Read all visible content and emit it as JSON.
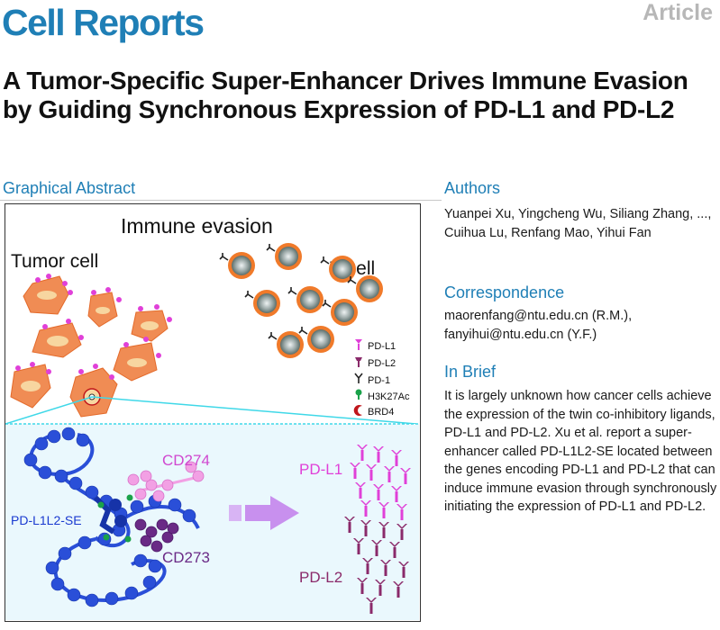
{
  "header": {
    "journal": "Cell Reports",
    "article_type": "Article",
    "title": "A Tumor-Specific Super-Enhancer Drives Immune Evasion by Guiding Synchronous Expression of PD-L1 and PD-L2"
  },
  "graphical_abstract": {
    "heading": "Graphical Abstract",
    "top_title": "Immune  evasion",
    "tumor_label": "Tumor cell",
    "tcell_label": "T-cell",
    "legend": [
      {
        "label": "PD-L1",
        "color": "#e040d8"
      },
      {
        "label": "PD-L2",
        "color": "#8a2a6a"
      },
      {
        "label": "PD-1",
        "color": "#222222"
      },
      {
        "label": "H3K27Ac",
        "color": "#1aa24a"
      },
      {
        "label": "BRD4",
        "color": "#c0161c"
      }
    ],
    "cd274_label": "CD274",
    "cd273_label": "CD273",
    "se_label": "PD-L1L2-SE",
    "pdl1_label": "PD-L1",
    "pdl2_label": "PD-L2",
    "colors": {
      "accent": "#1f7fb6",
      "tumor_fill": "#f08c54",
      "tcell_ring": "#f07a2a",
      "chromatin": "#2a4fd8",
      "arrow": "#c890ee",
      "panel_bg": "#eaf8fd",
      "cyan_line": "#3fd8e8"
    }
  },
  "authors": {
    "heading": "Authors",
    "text": "Yuanpei Xu, Yingcheng Wu, Siliang Zhang, ..., Cuihua Lu, Renfang Mao, Yihui Fan"
  },
  "correspondence": {
    "heading": "Correspondence",
    "emails": [
      "maorenfang@ntu.edu.cn (R.M.),",
      "fanyihui@ntu.edu.cn (Y.F.)"
    ]
  },
  "in_brief": {
    "heading": "In Brief",
    "text": "It is largely unknown how cancer cells achieve the expression of the twin co-inhibitory ligands, PD-L1 and PD-L2. Xu et al. report a super-enhancer called PD-L1L2-SE located between the genes encoding PD-L1 and PD-L2 that can induce immune evasion through synchronously initiating the expression of PD-L1 and PD-L2."
  }
}
